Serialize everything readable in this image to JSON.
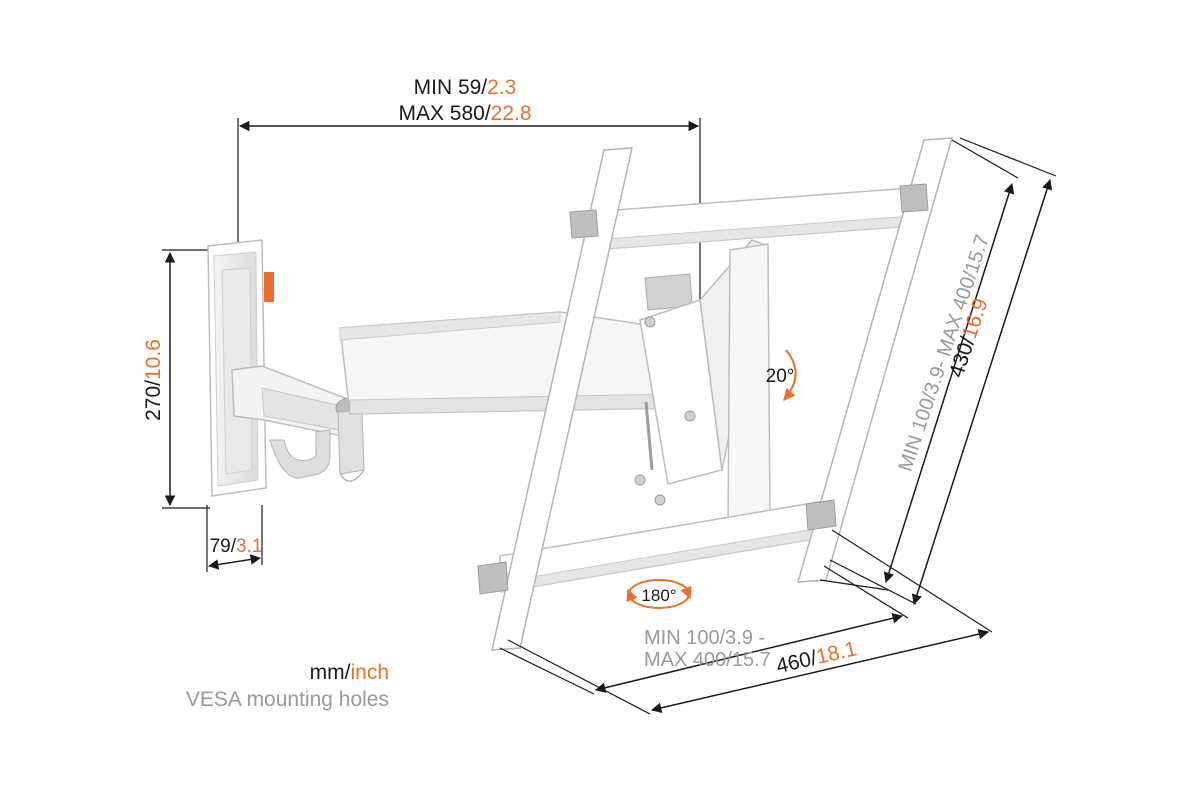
{
  "dimensions": {
    "reach": {
      "min_label": "MIN 59/",
      "min_value_inch": "2.3",
      "max_label": "MAX 580/",
      "max_value_inch": "22.8"
    },
    "plate_height": {
      "mm": "270/",
      "inch": "10.6"
    },
    "plate_width": {
      "mm": "79/",
      "inch": "3.1"
    },
    "vesa_vertical": {
      "min_mm": "MIN 100/",
      "min_inch": "3.9",
      "sep": "- ",
      "max_mm": "MAX 400/",
      "max_inch": "15.7"
    },
    "bracket_height": {
      "mm": "430/",
      "inch": "16.9"
    },
    "vesa_horizontal": {
      "min_mm": "MIN 100/",
      "min_inch": "3.9 -",
      "max_mm": "MAX 400/",
      "max_inch": "15.7"
    },
    "bracket_width": {
      "mm": "460/",
      "inch": "18.1"
    }
  },
  "angles": {
    "tilt": "20°",
    "rotate": "180°"
  },
  "legend": {
    "unit_mm": "mm/",
    "unit_inch": "inch",
    "vesa_caption": "VESA mounting holes"
  },
  "colors": {
    "text_dark": "#1a1a1a",
    "text_grey": "#9a9a9a",
    "accent_orange": "#e8702a",
    "bracket_white": "#ffffff",
    "bracket_outline": "#c8c8c8",
    "bracket_shade": "#e6e6e6"
  }
}
